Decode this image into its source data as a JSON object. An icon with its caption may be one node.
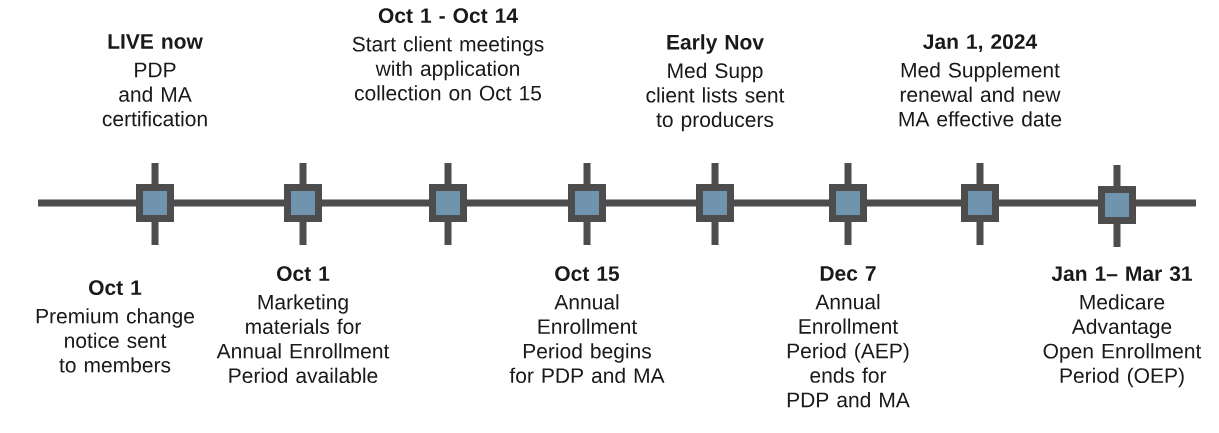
{
  "diagram": {
    "nodes": [
      {
        "text": [
          "Oct 1",
          "Premium change notice sent to members"
        ]
      },
      {
        "text": [
          "LIVE now",
          "PDP and MA certification"
        ]
      },
      {
        "text": [
          "Oct 1",
          "Marketing materials for Annual Enrollment Period available"
        ]
      },
      {
        "text": [
          "Oct 1 - Oct 14",
          "Start client meetings with application collection on Oct 15"
        ]
      },
      {
        "text": [
          "Oct 15",
          "Annual Enrollment Period begins for PDP and MA"
        ]
      },
      {
        "text": [
          "Early Nov",
          "Med Supp client lists sent to producers"
        ]
      },
      {
        "text": [
          "Dec 7",
          "Annual Enrollment Period (AEP) ends for PDP and MA"
        ]
      },
      {
        "text": [
          "Jan 1, 2024",
          "Med Supplement renewal and new MA effective date"
        ]
      },
      {
        "text": [
          "Jan 1– Mar 31",
          "Medicare Advantage Open Enrollment Period (OEP)"
        ]
      },
      {
        "text": [],
        "shape": "box"
      },
      {
        "text": [],
        "shape": "box"
      },
      {
        "text": [],
        "shape": "box"
      },
      {
        "text": [],
        "shape": "box"
      },
      {
        "text": [],
        "shape": "box"
      },
      {
        "text": [],
        "shape": "box"
      },
      {
        "text": [],
        "shape": "box"
      },
      {
        "text": [],
        "shape": "box"
      }
    ]
  }
}
